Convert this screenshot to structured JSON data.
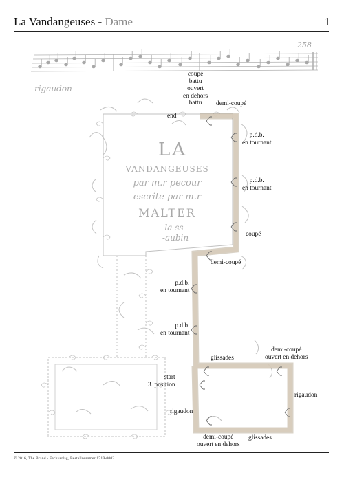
{
  "header": {
    "title": "La Vandangeuses",
    "separator": " - ",
    "role": "Dame",
    "page_number": "1"
  },
  "manuscript": {
    "page_mark": "258",
    "music_caption": "rigaudon",
    "cartouche_lines": [
      "LA",
      "VANDANGEUSES",
      "par m.r pecour",
      "escrite par m.r",
      "MALTER",
      "la ss-",
      "-aubin"
    ]
  },
  "steps": {
    "top_stack": [
      "coupé",
      "battu",
      "ouvert",
      "en dehors",
      "battu"
    ],
    "demi_coupe_top": "demi-coupé",
    "end": "end",
    "pdb_1": [
      "p.d.b.",
      "en tournant"
    ],
    "pdb_2": [
      "p.d.b.",
      "en tournant"
    ],
    "coupe": "coupé",
    "demi_coupe_mid": "demi-coupé",
    "pdb_3": [
      "p.d.b.",
      "en tournant"
    ],
    "pdb_4": [
      "p.d.b.",
      "en tournant"
    ],
    "glissades_1": "glissades",
    "demi_coupe_right": [
      "demi-coupé",
      "ouvert en dehors"
    ],
    "start": [
      "start",
      "3. position"
    ],
    "rigaudon_left": "rigaudon",
    "rigaudon_right": "rigaudon",
    "demi_coupe_bottom": [
      "demi-coupé",
      "ouvert en dehors"
    ],
    "glissades_2": "glissades"
  },
  "footer": {
    "text": "© 2016, The Brand - Fachverlag, Bestellnummer 1719-0002"
  },
  "colors": {
    "path": "#c9b9a3",
    "path_edge": "#a9987f",
    "manuscript": "#b7b7b7",
    "manuscript_dark": "#9a9a9a"
  }
}
